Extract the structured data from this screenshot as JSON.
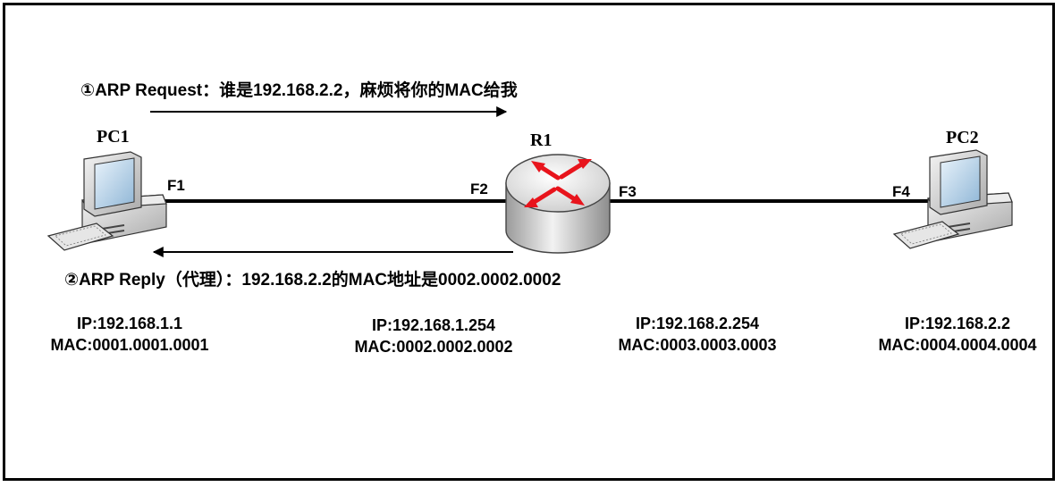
{
  "messages": {
    "request": "①ARP Request：谁是192.168.2.2，麻烦将你的MAC给我",
    "reply": "②ARP Reply（代理）：192.168.2.2的MAC地址是0002.0002.0002"
  },
  "devices": {
    "pc1": "PC1",
    "router": "R1",
    "pc2": "PC2"
  },
  "ports": {
    "f1": "F1",
    "f2": "F2",
    "f3": "F3",
    "f4": "F4"
  },
  "addresses": [
    {
      "ip": "IP:192.168.1.1",
      "mac": "MAC:0001.0001.0001"
    },
    {
      "ip": "IP:192.168.1.254",
      "mac": "MAC:0002.0002.0002"
    },
    {
      "ip": "IP:192.168.2.254",
      "mac": "MAC:0003.0003.0003"
    },
    {
      "ip": "IP:192.168.2.2",
      "mac": "MAC:0004.0004.0004"
    }
  ],
  "colors": {
    "router_arrows": "#e8141c",
    "line": "#000000"
  }
}
